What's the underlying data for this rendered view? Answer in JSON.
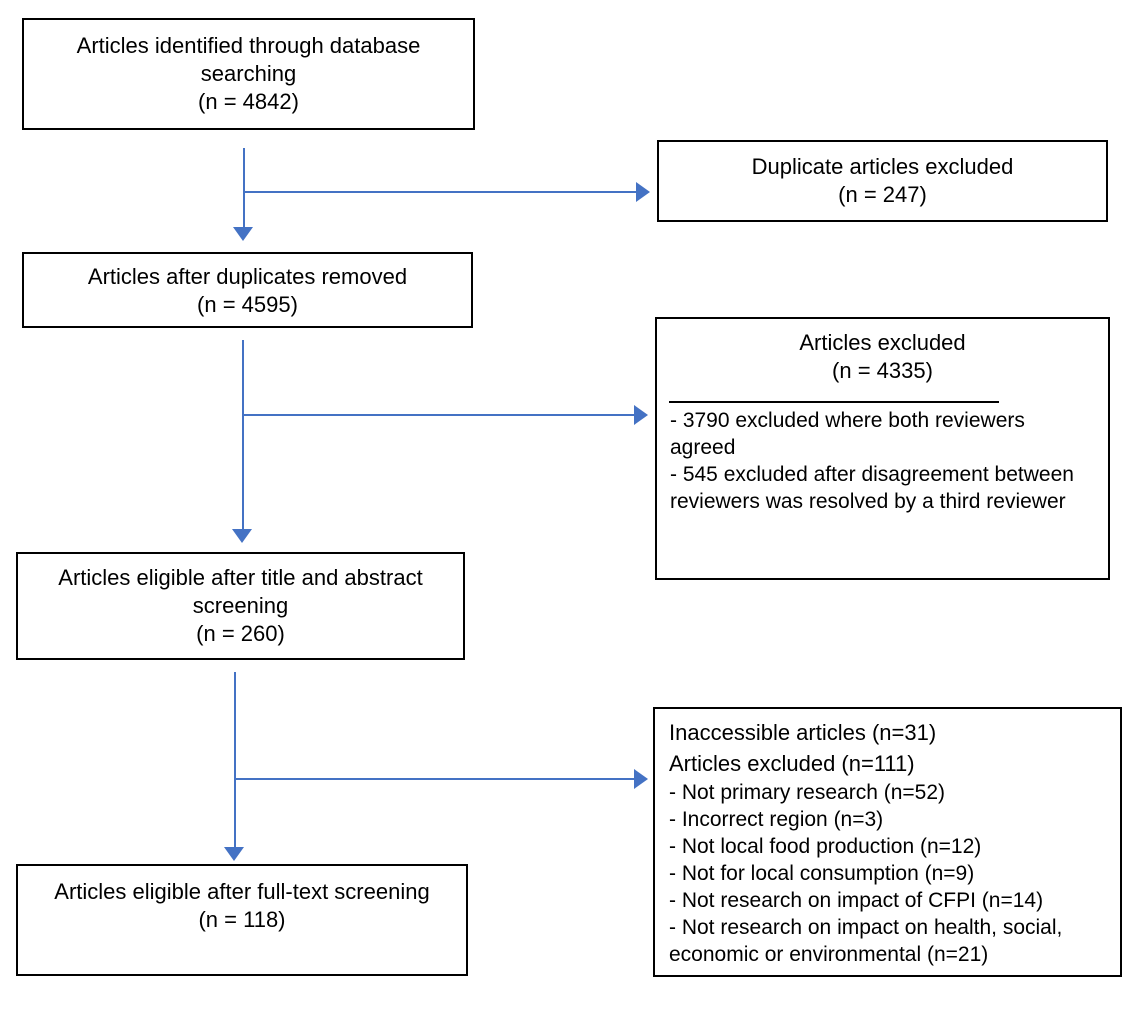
{
  "colors": {
    "arrow": "#4472C4",
    "box_border": "#000000",
    "text": "#000000",
    "background": "#ffffff"
  },
  "boxes": {
    "identified": {
      "lines": [
        "Articles identified through database",
        "searching",
        "(n = 4842)"
      ]
    },
    "duplicates_excluded": {
      "lines": [
        "Duplicate articles excluded",
        "(n = 247)"
      ]
    },
    "after_duplicates": {
      "lines": [
        "Articles after duplicates removed",
        "(n = 4595)"
      ]
    },
    "excluded_screening": {
      "heading": [
        "Articles excluded",
        "(n = 4335)"
      ],
      "details": [
        "- 3790 excluded where both reviewers",
        "agreed",
        "- 545 excluded after disagreement between",
        "reviewers was resolved by a third reviewer"
      ]
    },
    "eligible_title_abstract": {
      "lines": [
        "Articles eligible after title and abstract",
        "screening",
        "(n = 260)"
      ]
    },
    "excluded_fulltext": {
      "headings": [
        "Inaccessible articles (n=31)",
        "Articles excluded (n=111)"
      ],
      "items": [
        "- Not primary research (n=52)",
        "- Incorrect region (n=3)",
        "- Not local food production (n=12)",
        "- Not for local consumption (n=9)",
        "- Not research on impact of CFPI (n=14)",
        "- Not research on impact on health, social,",
        "economic or environmental (n=21)"
      ]
    },
    "eligible_fulltext": {
      "lines": [
        "Articles eligible after full-text screening",
        "(n = 118)"
      ]
    }
  }
}
